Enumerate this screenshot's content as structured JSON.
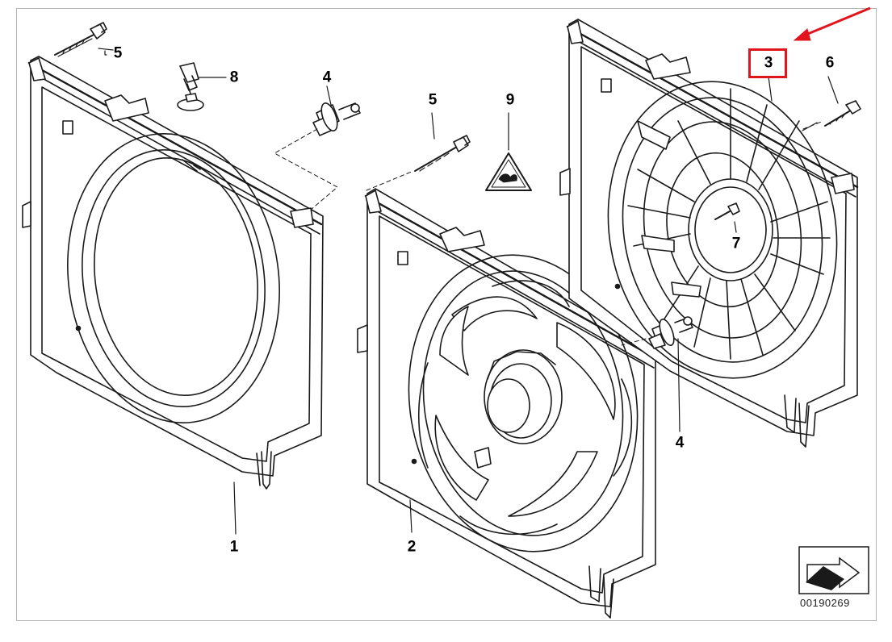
{
  "diagram": {
    "callouts": [
      {
        "id": "c1",
        "text": "1"
      },
      {
        "id": "c2",
        "text": "2"
      },
      {
        "id": "c3",
        "text": "3",
        "highlighted": true
      },
      {
        "id": "c4a",
        "text": "4"
      },
      {
        "id": "c4b",
        "text": "4"
      },
      {
        "id": "c5a",
        "text": "5"
      },
      {
        "id": "c5b",
        "text": "5"
      },
      {
        "id": "c6",
        "text": "6"
      },
      {
        "id": "c7",
        "text": "7"
      },
      {
        "id": "c8",
        "text": "8"
      },
      {
        "id": "c9",
        "text": "9"
      }
    ],
    "reference_code": "00190269",
    "highlight_color": "#e0161c",
    "line_color": "#1a1a1a",
    "icons": [
      "screw-icon",
      "clip-icon",
      "expanding-rivet-icon",
      "warning-triangle-icon",
      "view-direction-arrow-icon",
      "red-pointer-arrow-icon"
    ]
  }
}
